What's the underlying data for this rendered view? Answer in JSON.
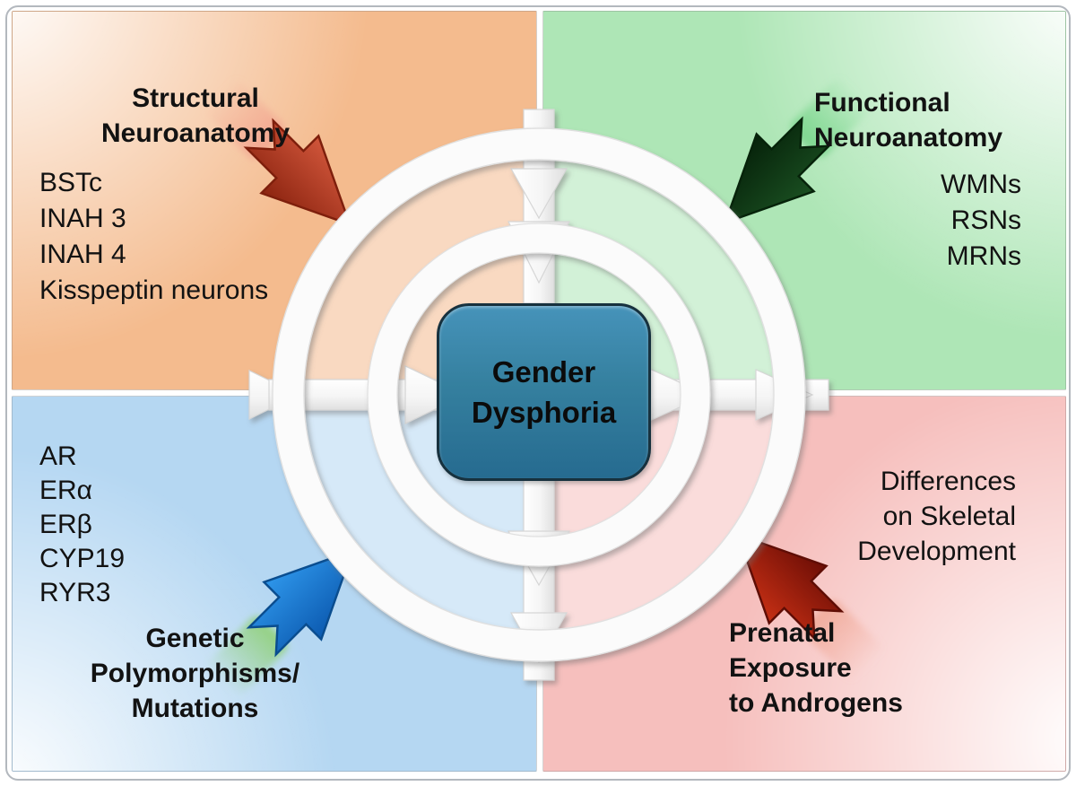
{
  "figure_type": "quadrant-target-diagram",
  "center": {
    "label_lines": [
      "Gender",
      "Dysphoria"
    ],
    "box_color": "#35809f",
    "border_color": "#17313e"
  },
  "quadrants": {
    "top_left": {
      "title_lines": [
        "Structural",
        "Neuroanatomy"
      ],
      "items": [
        "BSTc",
        "INAH 3",
        "INAH 4",
        "Kisspeptin neurons"
      ],
      "bg_color": "#f4bb8e",
      "arrow": {
        "name": "red-arrow",
        "color": "#b23a1d",
        "direction": "down-right"
      }
    },
    "top_right": {
      "title_lines": [
        "Functional",
        "Neuroanatomy"
      ],
      "items": [
        "WMNs",
        "RSNs",
        "MRNs"
      ],
      "bg_color": "#aee6b6",
      "arrow": {
        "name": "dark-green-arrow",
        "color": "#0f3a14",
        "direction": "down-left"
      }
    },
    "bottom_left": {
      "title_lines": [
        "Genetic",
        "Polymorphisms/",
        "Mutations"
      ],
      "items": [
        "AR",
        "ERα",
        "ERβ",
        "CYP19",
        "RYR3"
      ],
      "bg_color": "#b5d7f2",
      "arrow": {
        "name": "blue-arrow",
        "color": "#1b76cf",
        "direction": "up-right"
      }
    },
    "bottom_right": {
      "title_lines": [
        "Prenatal",
        "Exposure",
        "to Androgens"
      ],
      "note_lines": [
        "Differences",
        "on Skeletal",
        "Development"
      ],
      "bg_color": "#f6bfbd",
      "arrow": {
        "name": "dark-red-arrow",
        "color": "#9a1707",
        "direction": "up-left"
      }
    }
  }
}
